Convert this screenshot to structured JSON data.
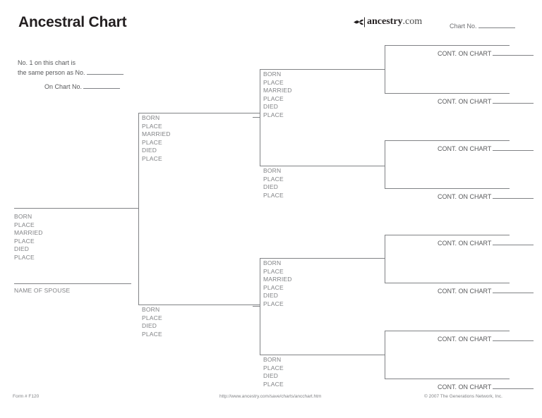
{
  "page": {
    "title": "Ancestral Chart"
  },
  "brand": {
    "mark_icon": "ancestry-leaf-icon",
    "name_strong": "ancestry",
    "name_light": ".com"
  },
  "header": {
    "chart_no_label": "Chart No."
  },
  "notes": {
    "self_ref_line1": "No. 1 on this chart is",
    "self_ref_line2": "the same person as No.",
    "on_chart_no_label": "On Chart No."
  },
  "field_labels": {
    "born": "BORN",
    "place": "PLACE",
    "married": "MARRIED",
    "died": "DIED",
    "name_of_spouse": "NAME OF SPOUSE"
  },
  "cont_label": "CONT. ON CHART",
  "persons": {
    "gen1": {
      "id": "person-1",
      "fields": [
        "BORN",
        "PLACE",
        "MARRIED",
        "PLACE",
        "DIED",
        "PLACE"
      ],
      "spouse_label": "NAME OF SPOUSE"
    },
    "gen2": [
      {
        "id": "person-2-father",
        "fields": [
          "BORN",
          "PLACE",
          "MARRIED",
          "PLACE",
          "DIED",
          "PLACE"
        ]
      },
      {
        "id": "person-3-mother",
        "fields": [
          "BORN",
          "PLACE",
          "DIED",
          "PLACE"
        ]
      }
    ],
    "gen3": [
      {
        "id": "person-4",
        "fields": [
          "BORN",
          "PLACE",
          "MARRIED",
          "PLACE",
          "DIED",
          "PLACE"
        ]
      },
      {
        "id": "person-5",
        "fields": [
          "BORN",
          "PLACE",
          "DIED",
          "PLACE"
        ]
      },
      {
        "id": "person-6",
        "fields": [
          "BORN",
          "PLACE",
          "MARRIED",
          "PLACE",
          "DIED",
          "PLACE"
        ]
      },
      {
        "id": "person-7",
        "fields": [
          "BORN",
          "PLACE",
          "DIED",
          "PLACE"
        ]
      }
    ],
    "gen4": [
      {
        "id": "person-8",
        "cont": "CONT. ON CHART"
      },
      {
        "id": "person-9",
        "cont": "CONT. ON CHART"
      },
      {
        "id": "person-10",
        "cont": "CONT. ON CHART"
      },
      {
        "id": "person-11",
        "cont": "CONT. ON CHART"
      },
      {
        "id": "person-12",
        "cont": "CONT. ON CHART"
      },
      {
        "id": "person-13",
        "cont": "CONT. ON CHART"
      },
      {
        "id": "person-14",
        "cont": "CONT. ON CHART"
      },
      {
        "id": "person-15",
        "cont": "CONT. ON CHART"
      }
    ]
  },
  "footer": {
    "form_number": "Form # F120",
    "url": "http://www.ancestry.com/save/charts/ancchart.htm",
    "copyright": "© 2007 The Generations Network, Inc."
  },
  "colors": {
    "rule": "#808285",
    "field_text": "#808285",
    "note_text": "#58595b",
    "title": "#231f20",
    "background": "#ffffff"
  }
}
